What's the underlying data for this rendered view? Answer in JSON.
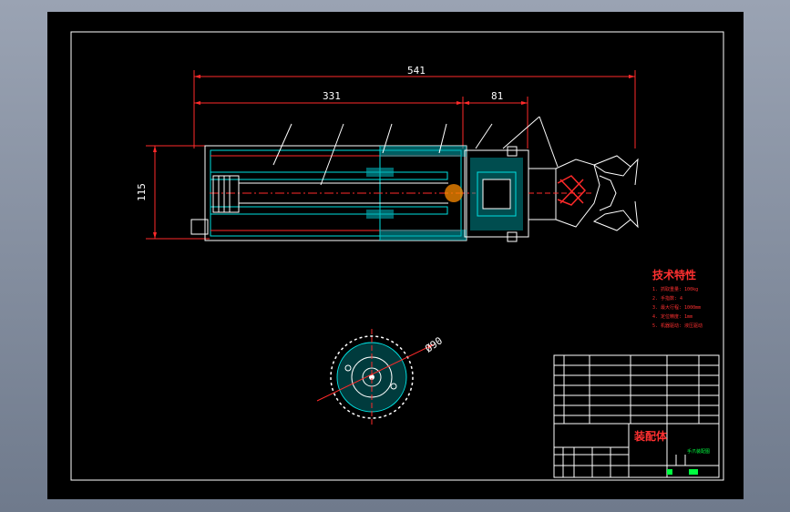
{
  "drawing": {
    "dimensions": {
      "total_length": "541",
      "left_length": "331",
      "right_length": "81",
      "height": "115",
      "diameter": "Ø90"
    },
    "tech_title": "技术特性",
    "tech_lines": [
      "1. 抓取重量: 100kg",
      "2. 手指数: 4",
      "3. 最大行程: 1000mm",
      "4. 定位精度: 1mm",
      "5. 机器驱动: 液压驱动"
    ],
    "title_block": {
      "main_title": "装配体",
      "sub_title": "手爪装配图"
    },
    "colors": {
      "sheet": "#000000",
      "border": "#ffffff",
      "dimension": "#ff2a2a",
      "hatch": "#00e0e0",
      "tech": "#ff3030"
    }
  }
}
